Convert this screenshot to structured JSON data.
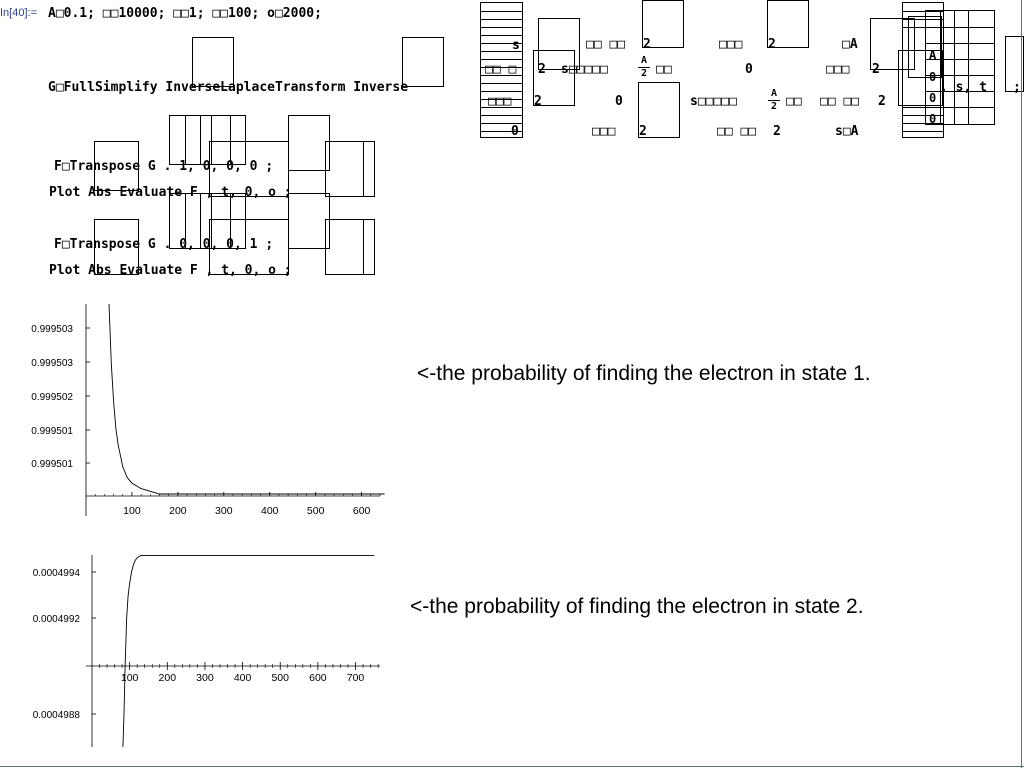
{
  "notebook": {
    "input_label": "In[40]:=",
    "line1": "A□0.1; □□10000; □□1; □□100; o□2000;",
    "line2": "G□FullSimplify InverseLaplaceTransform Inverse",
    "line3": "F□Transpose G . 1, 0, 0, 0 ;",
    "line4": "Plot Abs Evaluate F , t, 0, o ;",
    "line5": "F□Transpose G . 0, 0, 0, 1 ;",
    "line6": "Plot Abs Evaluate F , t, 0, o ;",
    "matrix_row1": [
      "s",
      "□□ □□",
      "2",
      "□□□",
      "2",
      "□A"
    ],
    "matrix_row2": [
      "□□ □",
      "2",
      "s□□□□□",
      "□□",
      "0",
      "□□□",
      "2"
    ],
    "matrix_row3": [
      "□□□",
      "2",
      "0",
      "s□□□□□",
      "□□",
      "□□ □□",
      "2"
    ],
    "matrix_row4": [
      "0",
      "□□□",
      "2",
      "□□ □□",
      "2",
      "s□A"
    ],
    "frac_num": "A",
    "frac_den": "2",
    "tail_text": ", s, t",
    "tail_semicolon": ";",
    "col_digits": [
      "A",
      "0",
      "0",
      "0"
    ]
  },
  "captions": {
    "state1": "<-the probability of finding the electron in state 1.",
    "state2": "<-the probability of finding the electron in state 2."
  },
  "chart_data": [
    {
      "type": "line",
      "title": "",
      "xlabel": "",
      "ylabel": "",
      "x_ticks": [
        "100",
        "200",
        "300",
        "400",
        "500",
        "600"
      ],
      "y_ticks": [
        "0.999503",
        "0.999503",
        "0.999502",
        "0.999501",
        "0.999501"
      ],
      "xlim": [
        0,
        650
      ],
      "series": [
        {
          "x": [
            50,
            55,
            60,
            65,
            70,
            80,
            90,
            100,
            120,
            140,
            160,
            200,
            300,
            400,
            500,
            600,
            650
          ],
          "y": [
            0.9995036,
            0.9995025,
            0.9995018,
            0.9995013,
            0.999501,
            0.9995006,
            0.9995004,
            0.9995003,
            0.9995002,
            0.99950015,
            0.9995001,
            0.9995001,
            0.9995001,
            0.9995001,
            0.9995001,
            0.9995001,
            0.9995001
          ]
        }
      ],
      "grid": false
    },
    {
      "type": "line",
      "title": "",
      "xlabel": "",
      "ylabel": "",
      "x_ticks": [
        "100",
        "200",
        "300",
        "400",
        "500",
        "600",
        "700"
      ],
      "y_ticks": [
        "0.0004994",
        "0.0004992",
        "0.0004988"
      ],
      "xlim": [
        0,
        750
      ],
      "series": [
        {
          "x": [
            82,
            85,
            88,
            92,
            96,
            100,
            105,
            110,
            115,
            120,
            130,
            140,
            160,
            200,
            300,
            400,
            500,
            600,
            700,
            750
          ],
          "y": [
            0.0004986,
            0.0004988,
            0.000499,
            0.0004992,
            0.0004993,
            0.00049935,
            0.0004994,
            0.00049943,
            0.00049945,
            0.00049946,
            0.00049947,
            0.00049947,
            0.00049947,
            0.00049947,
            0.00049947,
            0.00049947,
            0.00049947,
            0.00049947,
            0.00049947,
            0.00049947
          ]
        }
      ],
      "grid": false
    }
  ]
}
